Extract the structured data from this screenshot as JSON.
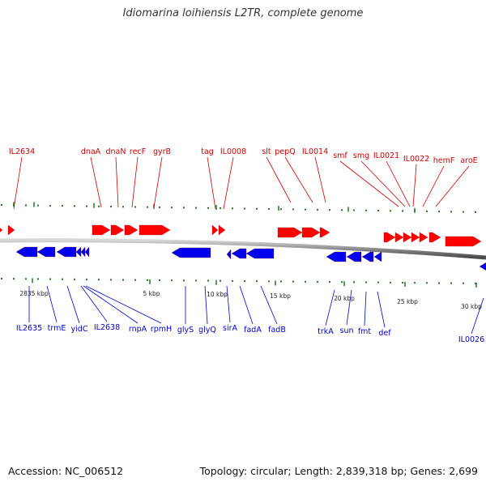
{
  "title": "Idiomarina loihiensis L2TR, complete genome",
  "accession": "Accession: NC_006512",
  "summary": "Topology: circular; Length: 2,839,318 bp; Genes: 2,699",
  "colors": {
    "forward_label": "#cc0000",
    "reverse_label": "#0000cc",
    "forward_arrow": "#ff0000",
    "reverse_arrow": "#0000ee",
    "backbone": "#8c8c8c",
    "tick": "#227722"
  },
  "scale_labels": [
    "2835 kbp",
    "5 kbp",
    "10 kbp",
    "15 kbp",
    "20 kbp",
    "25 kbp",
    "30 kbp"
  ],
  "forward_genes": [
    "IL2634",
    "dnaA",
    "dnaN",
    "recF",
    "gyrB",
    "tag",
    "IL0008",
    "slt",
    "pepQ",
    "IL0014",
    "smf",
    "smg",
    "IL0021",
    "IL0022",
    "hemF",
    "aroE"
  ],
  "reverse_genes": [
    "IL2635",
    "trmE",
    "yidC",
    "IL2638",
    "rnpA",
    "rpmH",
    "glyS",
    "glyQ",
    "sirA",
    "fadA",
    "fadB",
    "trkA",
    "sun",
    "fmt",
    "def",
    "IL0026"
  ]
}
